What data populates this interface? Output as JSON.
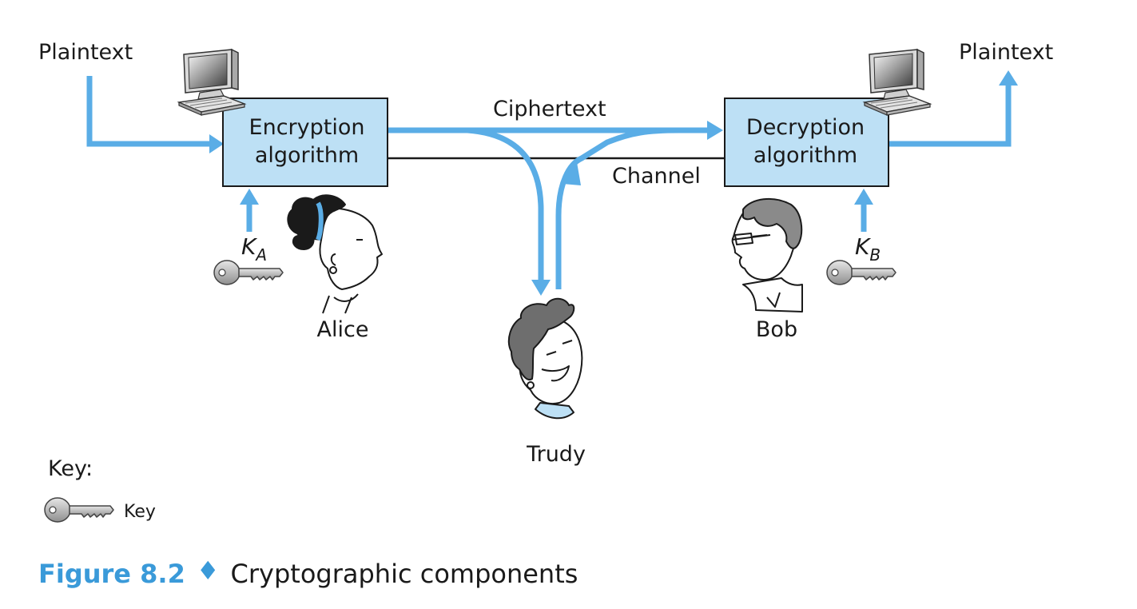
{
  "diagram": {
    "plaintext_in": "Plaintext",
    "plaintext_out": "Plaintext",
    "ciphertext": "Ciphertext",
    "channel": "Channel",
    "encryption_box": {
      "line1": "Encryption",
      "line2": "algorithm"
    },
    "decryption_box": {
      "line1": "Decryption",
      "line2": "algorithm"
    },
    "key_a": {
      "main": "K",
      "sub": "A"
    },
    "key_b": {
      "main": "K",
      "sub": "B"
    },
    "alice": "Alice",
    "bob": "Bob",
    "trudy": "Trudy",
    "legend_title": "Key:",
    "legend_item": "Key"
  },
  "caption": {
    "figure": "Figure 8.2",
    "separator": "♦",
    "title": "Cryptographic components"
  },
  "colors": {
    "arrow": "#5aade6",
    "box_fill": "#bde0f5",
    "caption_accent": "#3a9ad9"
  },
  "icons": [
    "computer-icon",
    "key-icon",
    "person-icon"
  ]
}
